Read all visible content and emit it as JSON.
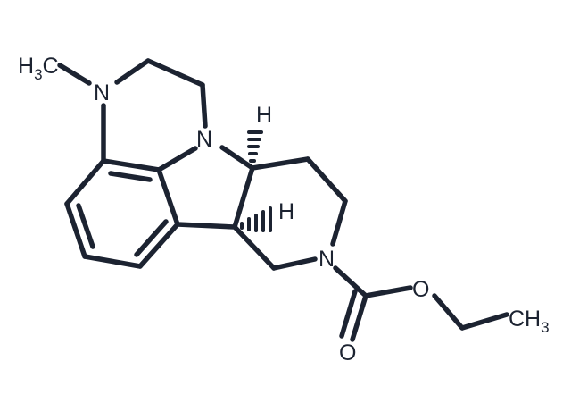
{
  "molecule": {
    "bond_color": "#1c2331",
    "background": "#ffffff",
    "labels": {
      "methyl_left": {
        "main": "H",
        "sub": "3",
        "tail": "C"
      },
      "n_methyl": "N",
      "n_indoline": "N",
      "h_top": "H",
      "h_mid": "H",
      "n_piperidine": "N",
      "o_ester": "O",
      "o_carbonyl": "O",
      "methyl_right": {
        "main": "CH",
        "sub": "3"
      }
    }
  }
}
